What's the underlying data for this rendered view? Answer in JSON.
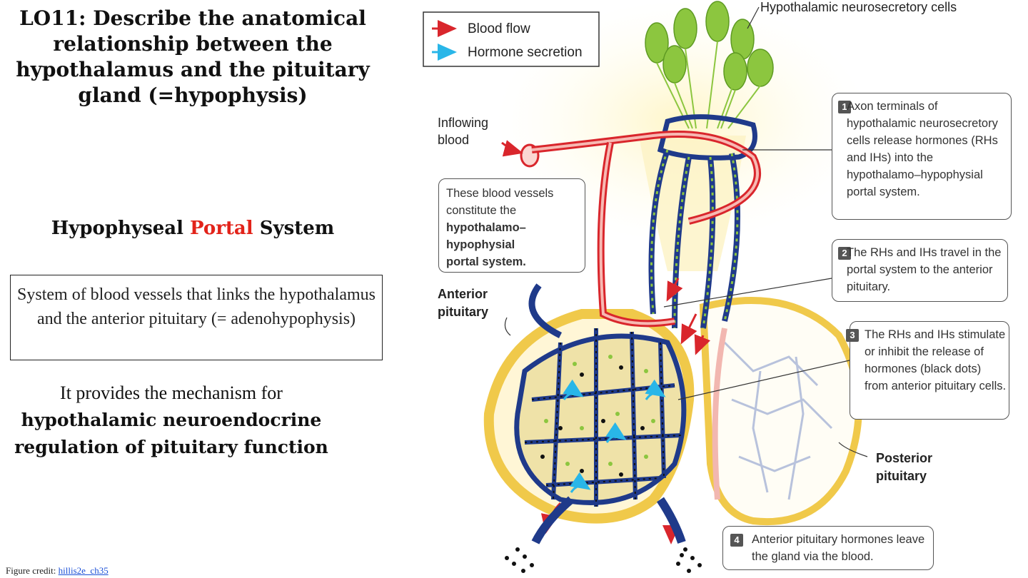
{
  "slide": {
    "title": "LO11: Describe the anatomical relationship between the hypothalamus and the pituitary gland (=hypophysis)",
    "subheading_part1": "Hypophyseal ",
    "subheading_red": "Portal",
    "subheading_part2": " System",
    "definition": "System of blood vessels that links the hypothalamus and the anterior pituitary (= adenohypophysis)",
    "mechanism_intro": "It provides the mechanism for",
    "mechanism_bold": "hypothalamic neuroendocrine regulation of pituitary function",
    "credit_label": "Figure credit: ",
    "credit_link": "hillis2e_ch35"
  },
  "diagram": {
    "legend": {
      "blood_flow": "Blood flow",
      "hormone_secretion": "Hormone secretion"
    },
    "labels": {
      "neurosecretory": "Hypothalamic neurosecretory cells",
      "inflowing_1": "Inflowing",
      "inflowing_2": "blood",
      "anterior_1": "Anterior",
      "anterior_2": "pituitary",
      "posterior_1": "Posterior",
      "posterior_2": "pituitary"
    },
    "portal_callout": {
      "line1": "These blood vessels",
      "line2": "constitute the",
      "bold1": "hypothalamo–",
      "bold2": "hypophysial",
      "bold3": "portal system."
    },
    "steps": [
      {
        "num": "1",
        "text": "Axon terminals of hypothalamic neurosecretory cells release hormones (RHs and IHs) into the hypothalamo–hypophysial portal system."
      },
      {
        "num": "2",
        "text": "The RHs and IHs travel in the portal system to the anterior pituitary."
      },
      {
        "num": "3",
        "text": "The RHs and IHs stimulate or inhibit the release of hormones (black dots) from anterior pituitary cells."
      },
      {
        "num": "4",
        "text": "Anterior pituitary hormones leave the gland via the blood."
      }
    ],
    "colors": {
      "blood": "#d9262c",
      "hormone": "#29b6e8",
      "vein": "#1f3a8a",
      "gland": "#f0c94a",
      "cell": "#8cc63f"
    }
  }
}
